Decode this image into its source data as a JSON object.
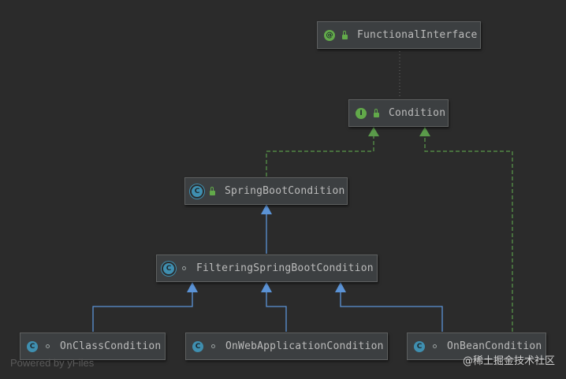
{
  "diagram": {
    "nodes": [
      {
        "id": "functional-interface",
        "kind": "annotation",
        "kind_letter": "@",
        "visibility": "public",
        "label": "FunctionalInterface"
      },
      {
        "id": "condition",
        "kind": "interface",
        "kind_letter": "I",
        "visibility": "public",
        "label": "Condition"
      },
      {
        "id": "spring-boot-condition",
        "kind": "abstract-class",
        "kind_letter": "C",
        "visibility": "public",
        "label": "SpringBootCondition"
      },
      {
        "id": "filtering-spring-boot-condition",
        "kind": "abstract-class",
        "kind_letter": "C",
        "visibility": "package",
        "label": "FilteringSpringBootCondition"
      },
      {
        "id": "on-class-condition",
        "kind": "class",
        "kind_letter": "C",
        "visibility": "package",
        "label": "OnClassCondition"
      },
      {
        "id": "on-web-application-condition",
        "kind": "class",
        "kind_letter": "C",
        "visibility": "package",
        "label": "OnWebApplicationCondition"
      },
      {
        "id": "on-bean-condition",
        "kind": "class",
        "kind_letter": "C",
        "visibility": "package",
        "label": "OnBeanCondition"
      }
    ],
    "edges": [
      {
        "from": "condition",
        "to": "functional-interface",
        "type": "annotated-by",
        "style": "dotted"
      },
      {
        "from": "spring-boot-condition",
        "to": "condition",
        "type": "implements",
        "style": "dashed"
      },
      {
        "from": "on-bean-condition",
        "to": "condition",
        "type": "implements",
        "style": "dashed"
      },
      {
        "from": "filtering-spring-boot-condition",
        "to": "spring-boot-condition",
        "type": "extends",
        "style": "solid"
      },
      {
        "from": "on-class-condition",
        "to": "filtering-spring-boot-condition",
        "type": "extends",
        "style": "solid"
      },
      {
        "from": "on-web-application-condition",
        "to": "filtering-spring-boot-condition",
        "type": "extends",
        "style": "solid"
      },
      {
        "from": "on-bean-condition",
        "to": "filtering-spring-boot-condition",
        "type": "extends",
        "style": "solid"
      }
    ]
  },
  "colors": {
    "background": "#2b2b2b",
    "extends_edge": "#5b93d6",
    "implements_edge": "#5a9a4a",
    "annotation_edge": "#6a6a6a"
  },
  "watermark": "Powered by yFiles",
  "credit": "@稀土掘金技术社区"
}
